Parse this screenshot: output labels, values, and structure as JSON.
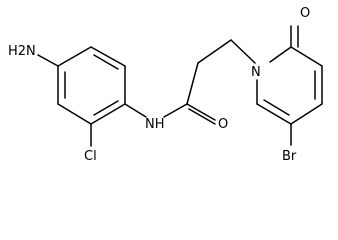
{
  "molecule": {
    "atom_labels": {
      "amine": "H2N",
      "chloro": "Cl",
      "amide_nh": "NH",
      "carbonyl_o": "O",
      "ring_n": "N",
      "ring_o": "O",
      "bromo": "Br"
    }
  }
}
